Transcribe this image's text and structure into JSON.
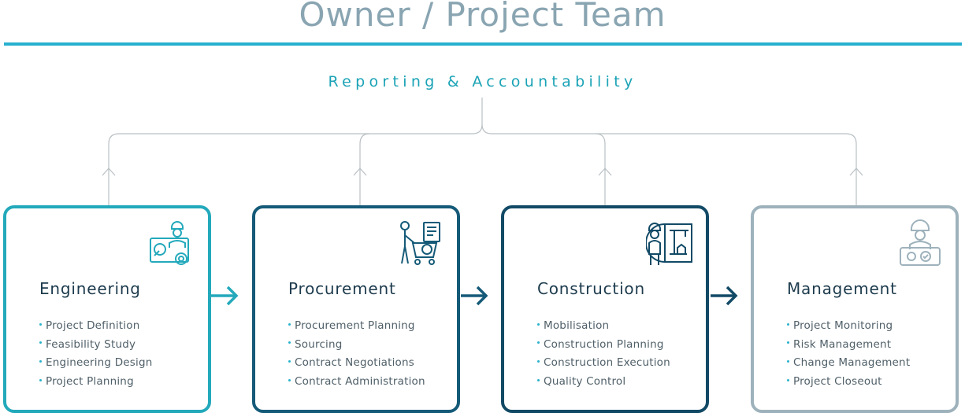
{
  "title": "Owner / Project Team",
  "subtitle": "Reporting & Accountability",
  "colors": {
    "title": "#8aa5b2",
    "rule": "#28b0cf",
    "subtitle": "#1ba3b6",
    "engineering": "#23a9bb",
    "procurement": "#155a78",
    "construction": "#124a66",
    "management": "#9eb2bc"
  },
  "cards": [
    {
      "title": "Engineering",
      "icon": "engineer-blueprint-icon",
      "items": [
        "Project Definition",
        "Feasibility Study",
        "Engineering Design",
        "Project Planning"
      ]
    },
    {
      "title": "Procurement",
      "icon": "shopping-cart-worker-icon",
      "items": [
        "Procurement Planning",
        "Sourcing",
        "Contract Negotiations",
        "Contract Administration"
      ]
    },
    {
      "title": "Construction",
      "icon": "construction-worker-crane-icon",
      "items": [
        "Mobilisation",
        "Construction Planning",
        "Construction Execution",
        "Quality Control"
      ]
    },
    {
      "title": "Management",
      "icon": "manager-dashboard-icon",
      "items": [
        "Project Monitoring",
        "Risk Management",
        "Change Management",
        "Project Closeout"
      ]
    }
  ]
}
